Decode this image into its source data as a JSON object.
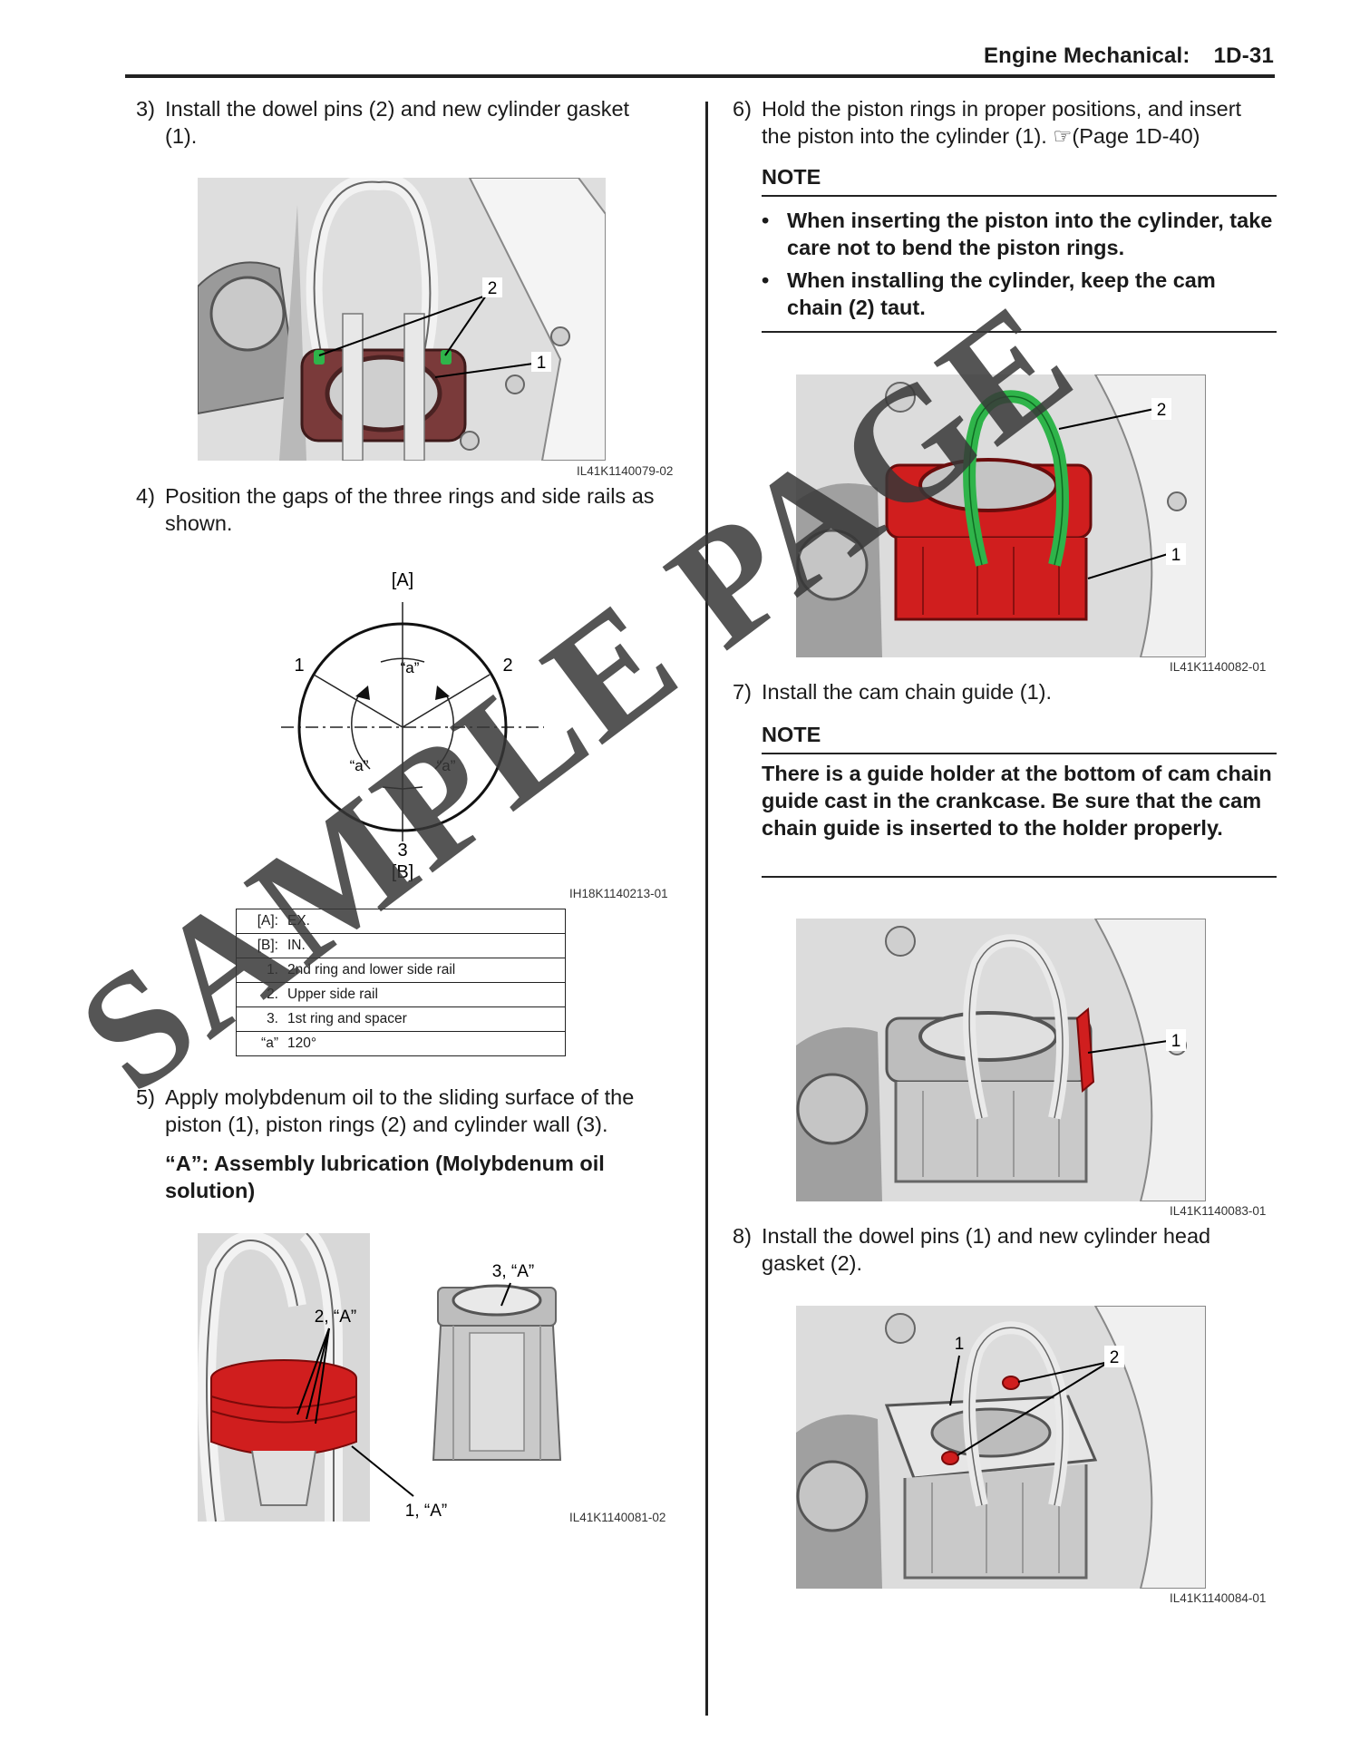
{
  "header": {
    "section": "Engine Mechanical:",
    "page_number": "1D-31"
  },
  "watermark": "SAMPLE PAGE",
  "steps": {
    "s3": {
      "num": "3)",
      "text": "Install the dowel pins (2) and new cylinder gasket (1).",
      "fig_id": "IL41K1140079-02",
      "callouts": [
        "2",
        "1"
      ]
    },
    "s4": {
      "num": "4)",
      "text": "Position the gaps of the three rings and side rails as shown.",
      "fig_id": "IH18K1140213-01",
      "diagram": {
        "top": "[A]",
        "bottom": "[B]",
        "l1": "1",
        "l2": "2",
        "l3": "3",
        "a": "“a”"
      }
    },
    "s5": {
      "num": "5)",
      "text": "Apply molybdenum oil to the sliding surface of the piston (1), piston rings (2) and cylinder wall (3).",
      "lube": "“A”:  Assembly lubrication  (Molybdenum oil solution)",
      "fig_id": "IL41K1140081-02",
      "callouts": [
        "2, “A”",
        "3, “A”",
        "1, “A”"
      ]
    },
    "s6": {
      "num": "6)",
      "text": "Hold the piston rings in proper positions, and insert the piston into the cylinder (1). ☞(Page 1D-40)",
      "note_title": "NOTE",
      "notes": [
        "When inserting the piston into the cylinder, take care not to bend the piston rings.",
        "When installing the cylinder, keep the cam chain (2) taut."
      ],
      "fig_id": "IL41K1140082-01",
      "callouts": [
        "2",
        "1"
      ]
    },
    "s7": {
      "num": "7)",
      "text": "Install the cam chain guide (1).",
      "note_title": "NOTE",
      "note": "There is a guide holder at the bottom of cam chain guide cast in the crankcase. Be sure that the cam chain guide is inserted to the holder properly.",
      "fig_id": "IL41K1140083-01",
      "callouts": [
        "1"
      ]
    },
    "s8": {
      "num": "8)",
      "text": "Install the dowel pins (1) and new cylinder head gasket (2).",
      "fig_id": "IL41K1140084-01",
      "callouts": [
        "1",
        "2"
      ]
    }
  },
  "legend": [
    {
      "key": "[A]:",
      "value": "EX."
    },
    {
      "key": "[B]:",
      "value": "IN."
    },
    {
      "key": "1.",
      "value": "2nd ring and lower side rail"
    },
    {
      "key": "2.",
      "value": "Upper side rail"
    },
    {
      "key": "3.",
      "value": "1st ring and spacer"
    },
    {
      "key": "“a”",
      "value": "120°"
    }
  ],
  "colors": {
    "highlight_red": "#d01e1e",
    "highlight_green": "#2fb44a",
    "rule": "#222222"
  }
}
